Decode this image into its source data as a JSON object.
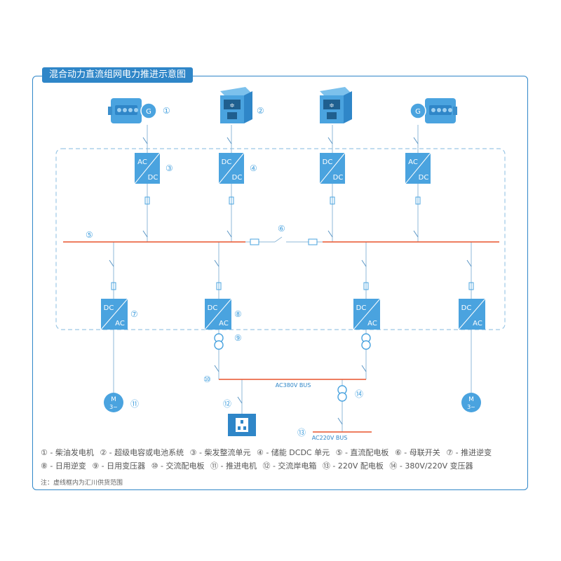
{
  "title": "混合动力直流组网电力推进示意图",
  "bus_labels": {
    "ac380": "AC380V BUS",
    "ac220": "AC220V BUS"
  },
  "converters": {
    "c1": [
      "AC",
      "DC"
    ],
    "c2": [
      "DC",
      "DC"
    ],
    "c3": [
      "DC",
      "DC"
    ],
    "c4": [
      "AC",
      "DC"
    ],
    "i1": [
      "DC",
      "AC"
    ],
    "i2": [
      "DC",
      "AC"
    ],
    "i3": [
      "DC",
      "AC"
    ],
    "i4": [
      "DC",
      "AC"
    ]
  },
  "generator_label": "G",
  "motor_label": [
    "M",
    "3~"
  ],
  "callouts": {
    "n1": "①",
    "n2": "②",
    "n3": "③",
    "n4": "④",
    "n5": "⑤",
    "n6": "⑥",
    "n7": "⑦",
    "n8": "⑧",
    "n9": "⑨",
    "n10": "⑩",
    "n11": "⑪",
    "n12": "⑫",
    "n13": "⑬",
    "n14": "⑭"
  },
  "legend_row1": [
    "① - 柴油发电机",
    "② - 超级电容或电池系统",
    "③ - 柴发整流单元",
    "④ - 储能 DCDC 单元",
    "⑤ - 直流配电板",
    "⑥ - 母联开关",
    "⑦ - 推进逆变"
  ],
  "legend_row2": [
    "⑧ - 日用逆变",
    "⑨ - 日用变压器",
    "⑩ - 交流配电板",
    "⑪ - 推进电机",
    "⑫ - 交流岸电箱",
    "⑬ - 220V 配电板",
    "⑭ - 380V/220V 变压器"
  ],
  "note": "注：虚线框内为汇川供货范围",
  "colors": {
    "accent": "#2f86c8",
    "icon": "#4aa3df",
    "bus_red": "#e8542c",
    "line": "#8fb8d8"
  }
}
